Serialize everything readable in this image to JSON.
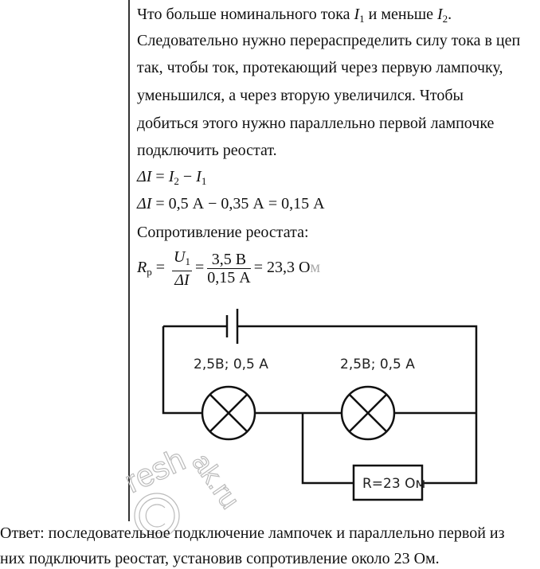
{
  "text_lines": [
    "Что больше номинального тока ",
    " и меньше ",
    "Следовательно нужно перераспределить силу тока в цеп",
    "так, чтобы ток, протекающий через первую лампочку,",
    "уменьшился, а через вторую увеличился. Чтобы",
    "добиться этого нужно параллельно первой лампочке",
    "подключить реостат."
  ],
  "formulas": {
    "delta_i": "ΔI",
    "i_var": "I",
    "sub1": "1",
    "sub2": "2",
    "eq1_rest": " = ",
    "minus": " − ",
    "eq2": " = 0,5 А − 0,35 А = 0,15 А",
    "resistance_label": "Сопротивление реостата:",
    "r_var": "R",
    "r_sub": "р",
    "u_var": "U",
    "num2": "3,5 В",
    "den2": "0,15 А",
    "result": "= 23,3 О",
    "result_unit": "м",
    "dot": "."
  },
  "circuit": {
    "lamp1_label": "2,5В; 0,5 А",
    "lamp2_label": "2,5В; 0,5 А",
    "resistor_label": "R=23 Ом"
  },
  "answer": {
    "line1": "Ответ: последовательное подключение лампочек и параллельно первой из",
    "line2": "них подключить реостат, установив сопротивление около 23 Ом."
  },
  "watermark": "reshak.ru ©"
}
